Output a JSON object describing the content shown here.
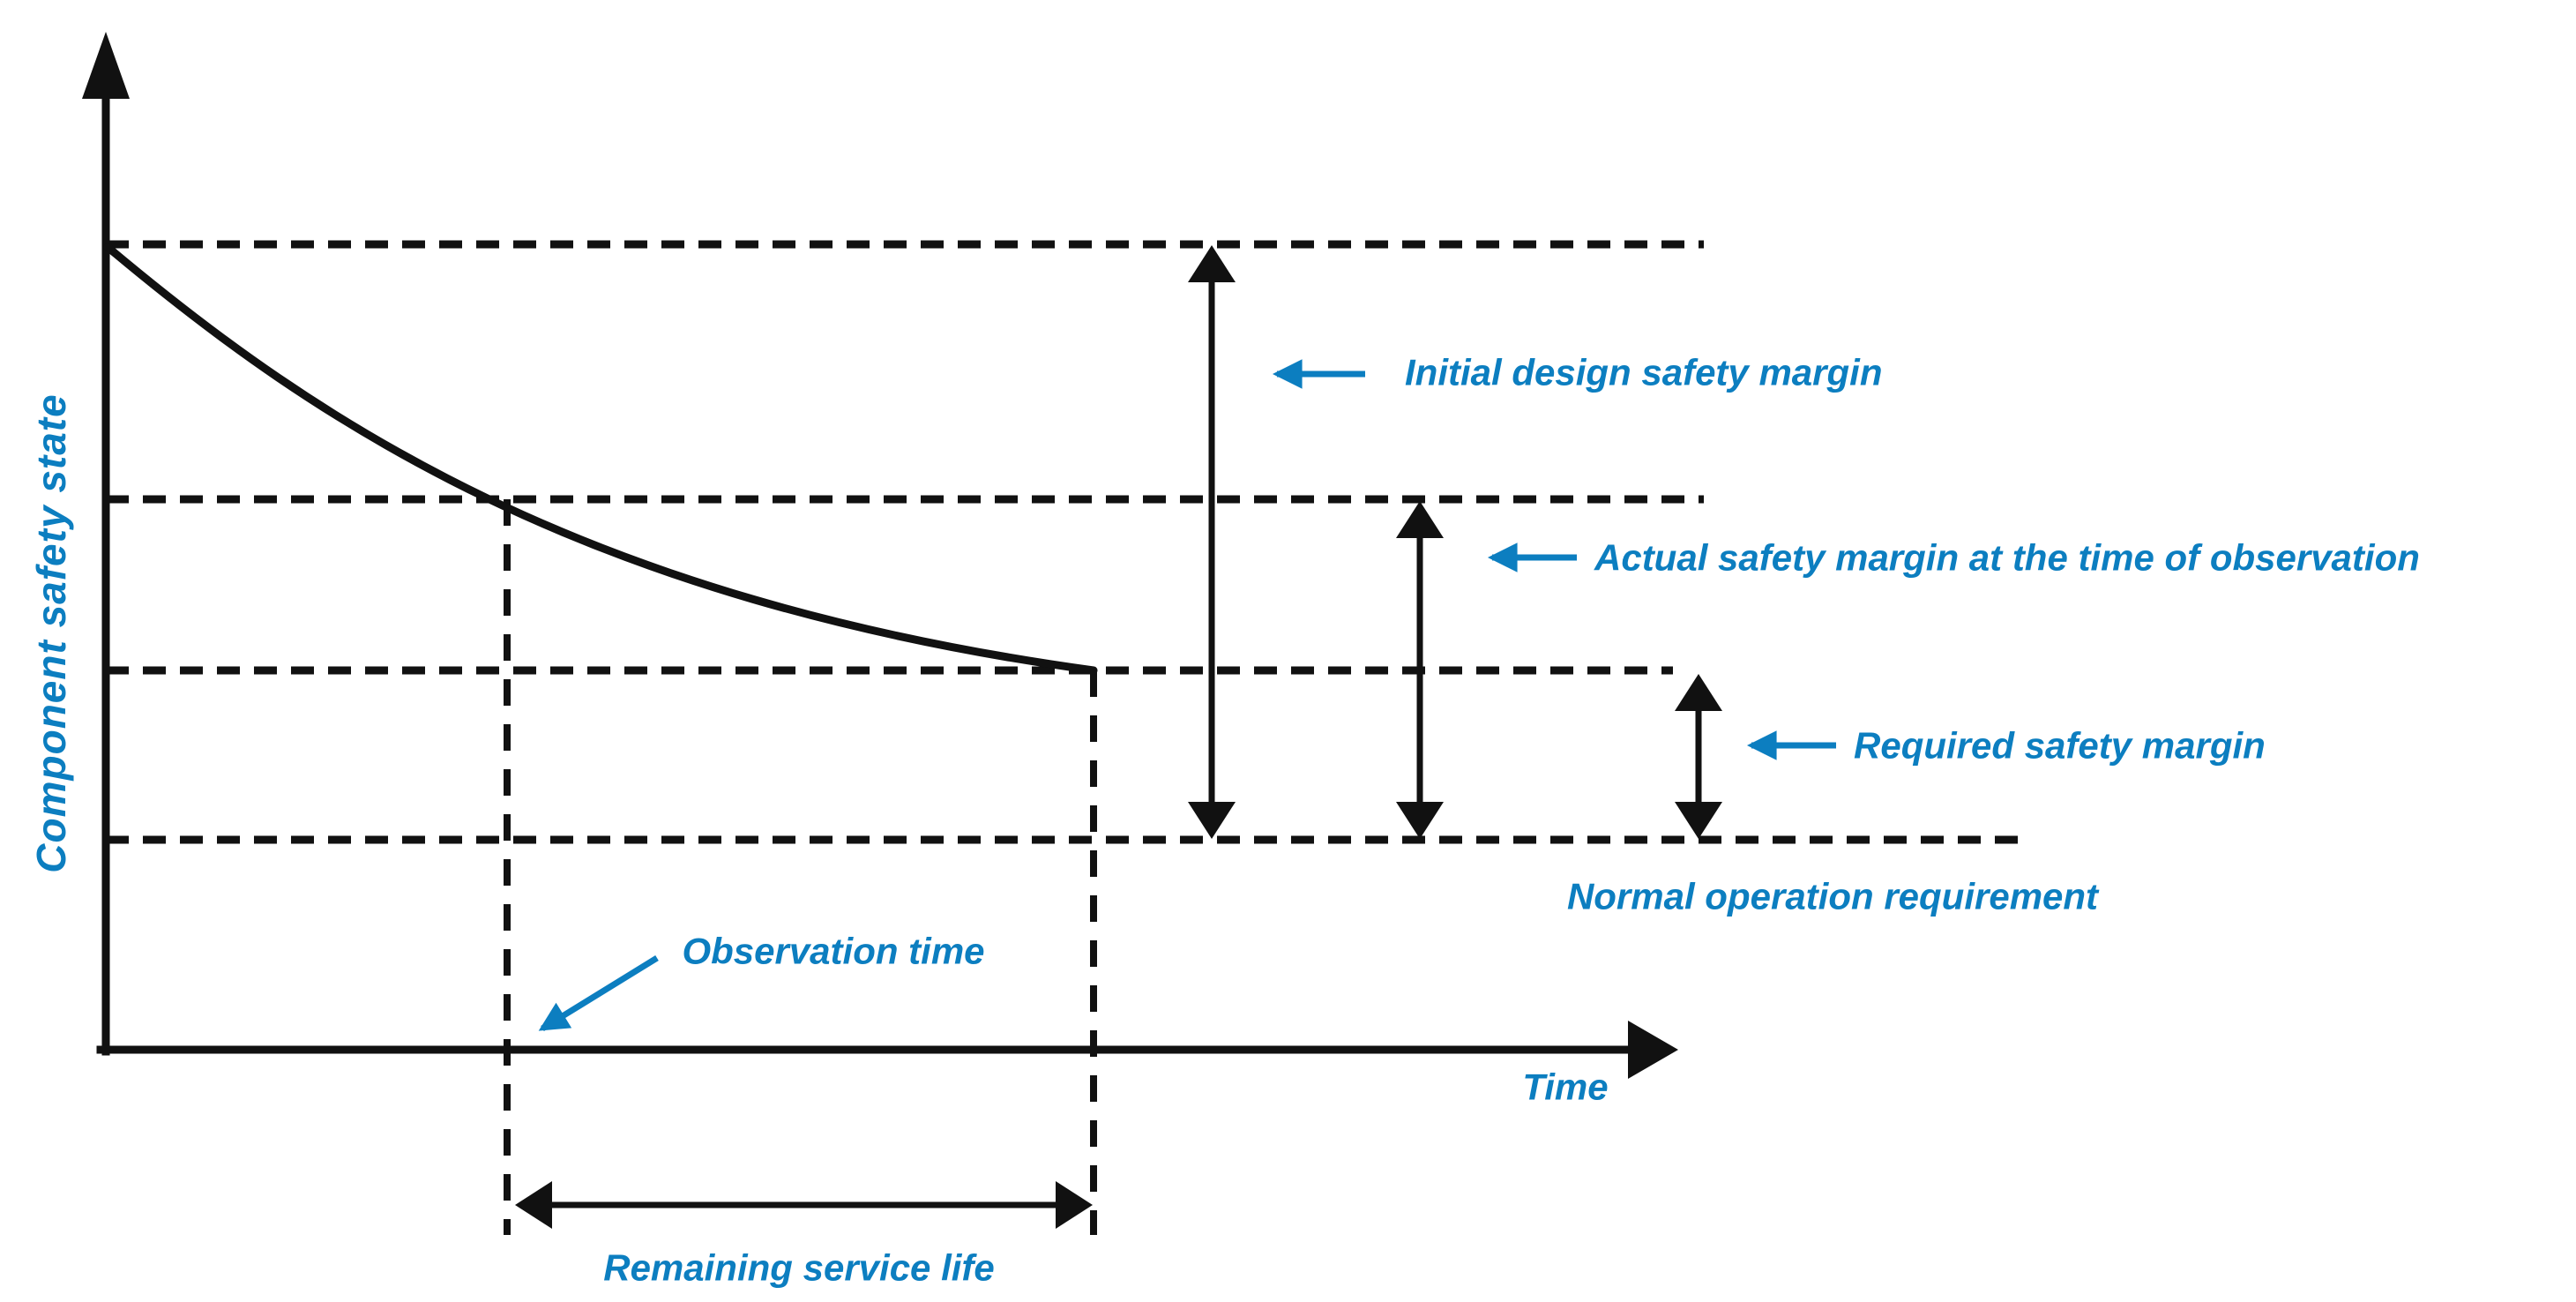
{
  "diagram": {
    "background": "#ffffff",
    "colors": {
      "ink": "#111111",
      "accent": "#0c7ec0"
    },
    "y_axis_label": "Component safety state",
    "x_axis_label": "Time",
    "labels": {
      "initial_margin": "Initial design safety margin",
      "actual_margin": "Actual safety margin at the time of observation",
      "required_margin": "Required safety margin",
      "normal_operation": "Normal operation requirement",
      "observation_time": "Observation time",
      "remaining_service_life": "Remaining service life"
    }
  }
}
